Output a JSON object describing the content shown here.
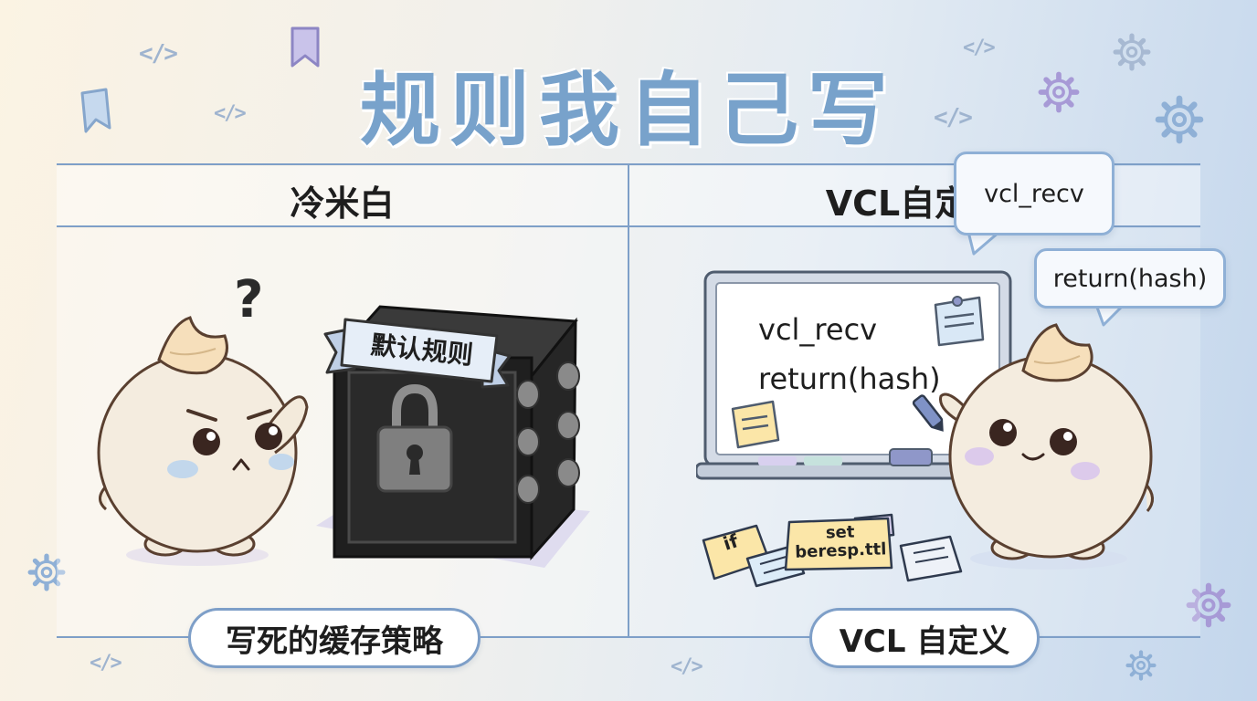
{
  "title": "规则我自己写",
  "columns": {
    "left": {
      "header": "冷米白",
      "footer": "写死的缓存策略",
      "banner": "默认规则"
    },
    "right": {
      "header": "VCL自定义",
      "footer": "VCL 自定义"
    }
  },
  "bubbles": {
    "first": "vcl_recv",
    "second": "return(hash)"
  },
  "whiteboard": {
    "line1": "vcl_recv",
    "line2": "return(hash)"
  },
  "notes": {
    "if_note": "if",
    "set_note_line1": "set",
    "set_note_line2": "beresp.ttl"
  },
  "decor": {
    "code_glyph": "</>",
    "question_mark": "?"
  },
  "colors": {
    "title": "#78a2cb",
    "grid": "#7e9fc8",
    "safe": "#2b2b2b",
    "bubble_border": "#8fb0d6"
  }
}
